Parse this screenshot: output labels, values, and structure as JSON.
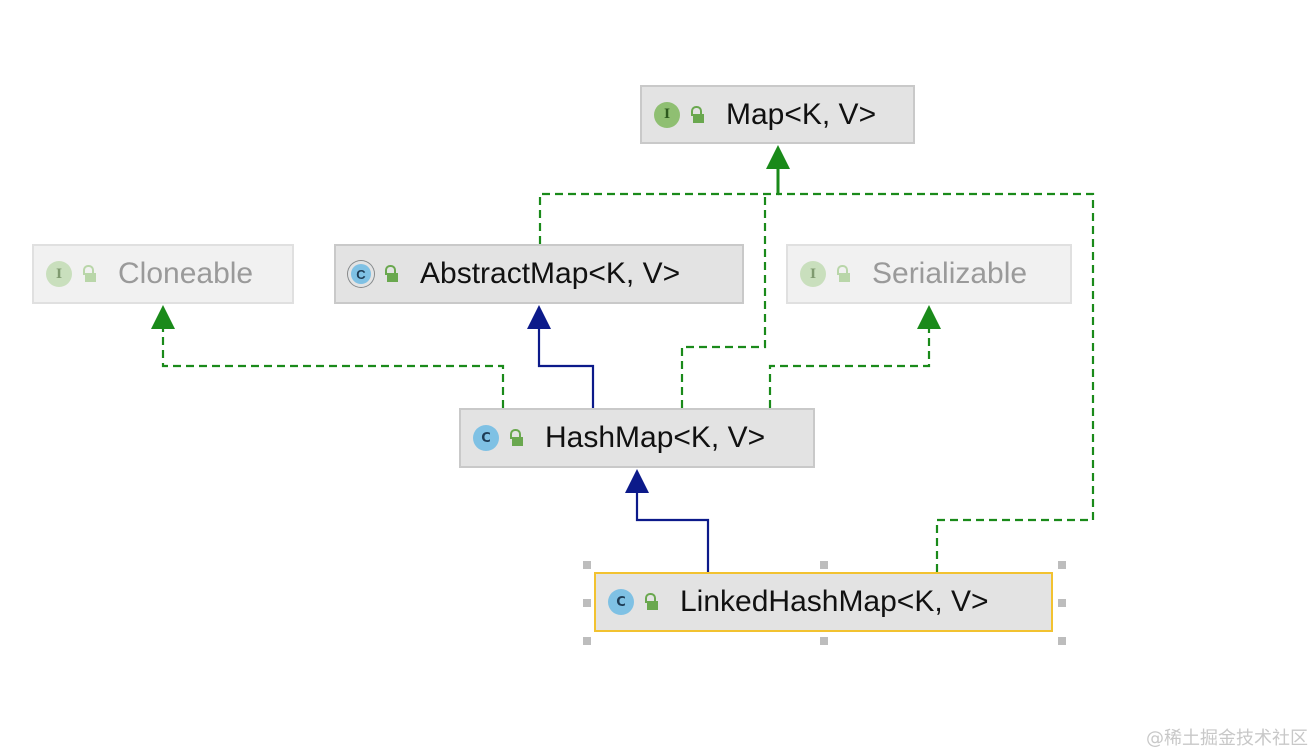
{
  "diagram": {
    "nodes": {
      "map": {
        "label": "Map<K, V>",
        "kind": "interface",
        "badge": "I",
        "visibility_icon": "unlock-icon"
      },
      "cloneable": {
        "label": "Cloneable",
        "kind": "interface",
        "badge": "I",
        "visibility_icon": "unlock-icon"
      },
      "abstract_map": {
        "label": "AbstractMap<K, V>",
        "kind": "abstract-class",
        "badge": "C",
        "visibility_icon": "unlock-icon"
      },
      "serializable": {
        "label": "Serializable",
        "kind": "interface",
        "badge": "I",
        "visibility_icon": "unlock-icon"
      },
      "hash_map": {
        "label": "HashMap<K, V>",
        "kind": "class",
        "badge": "C",
        "visibility_icon": "unlock-icon"
      },
      "linked_hash_map": {
        "label": "LinkedHashMap<K, V>",
        "kind": "class",
        "badge": "C",
        "visibility_icon": "unlock-icon",
        "selected": true
      }
    },
    "edges": [
      {
        "from": "abstract_map",
        "to": "map",
        "type": "implements"
      },
      {
        "from": "hash_map",
        "to": "map",
        "type": "implements"
      },
      {
        "from": "linked_hash_map",
        "to": "map",
        "type": "implements"
      },
      {
        "from": "hash_map",
        "to": "cloneable",
        "type": "implements"
      },
      {
        "from": "hash_map",
        "to": "abstract_map",
        "type": "extends"
      },
      {
        "from": "hash_map",
        "to": "serializable",
        "type": "implements"
      },
      {
        "from": "linked_hash_map",
        "to": "hash_map",
        "type": "extends"
      }
    ]
  },
  "colors": {
    "implements_edge": "#1a8a1a",
    "extends_edge": "#0c1a8a",
    "selection_border": "#f2c230",
    "node_background": "#e3e3e3"
  },
  "watermark": "@稀土掘金技术社区"
}
